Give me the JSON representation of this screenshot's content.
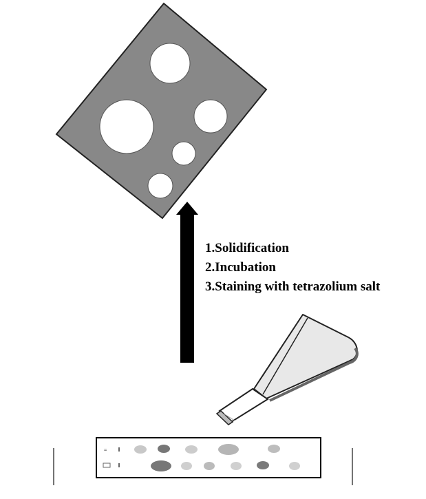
{
  "steps": [
    "1.Solidification",
    "2.Incubation",
    "3.Staining with tetrazolium salt"
  ],
  "colors": {
    "plate": "#888888",
    "outline": "#333333",
    "arrow": "#000000",
    "flask_fill": "#e8e8e8",
    "spot_dark": "#777777",
    "spot_light": "#c8c8c8"
  },
  "icons": {
    "plate": "agar-plate-with-colonies",
    "arrow": "up-arrow",
    "flask": "culture-flask",
    "gel": "electrophoresis-gel-strip"
  }
}
